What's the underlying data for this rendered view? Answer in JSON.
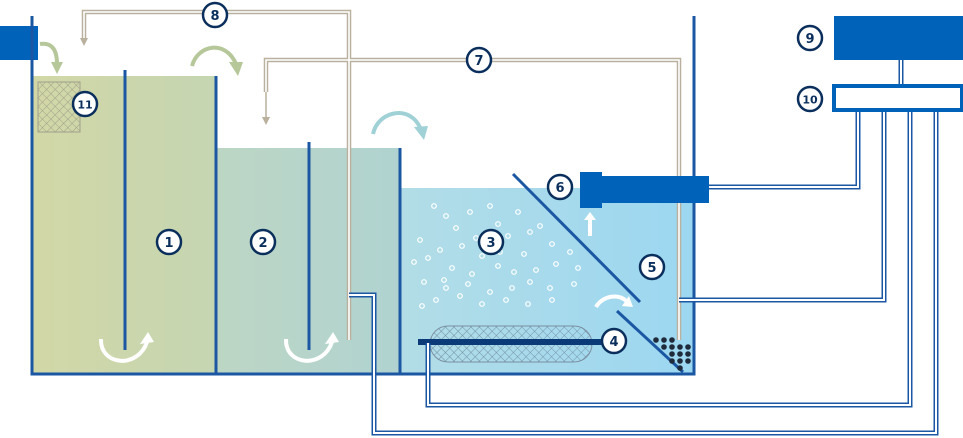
{
  "callouts": {
    "c1": "1",
    "c2": "2",
    "c3": "3",
    "c4": "4",
    "c5": "5",
    "c6": "6",
    "c7": "7",
    "c8": "8",
    "c9": "9",
    "c10": "10",
    "c11": "11"
  },
  "colors": {
    "wall": "#1b57a3",
    "tank1_water": "#c9d6b4",
    "tank2_water": "#b6d3cc",
    "tank3_water": "#a6dbef",
    "pipe_dark": "#1b57a3",
    "pipe_light": "#b9b09e",
    "arrow_olive": "#b6c79a",
    "arrow_teal": "#a3cfc6",
    "arrow_cyan": "#9fd6e4",
    "bubble": "#ffffff",
    "pump_block": "#0062b8"
  }
}
